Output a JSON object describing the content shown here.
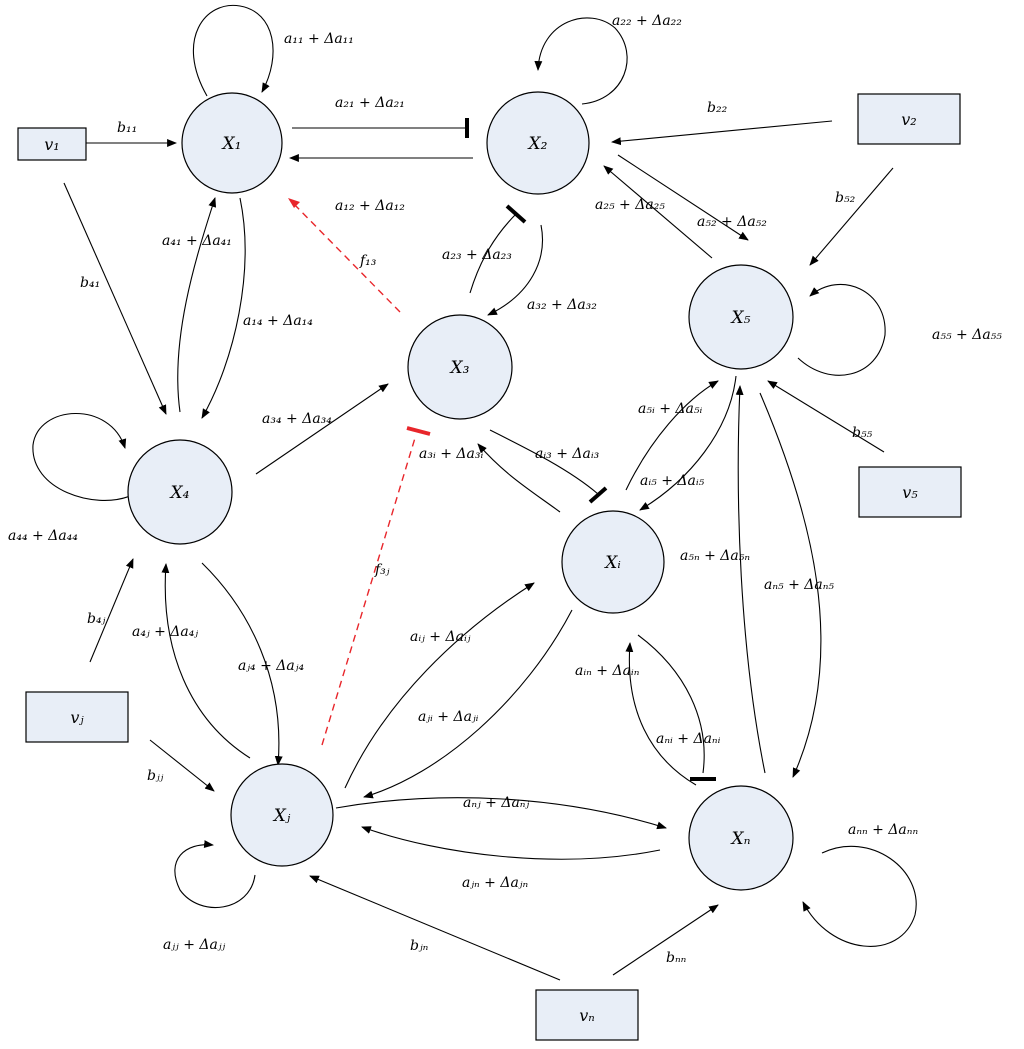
{
  "nodes": {
    "x1": "X₁",
    "x2": "X₂",
    "x3": "X₃",
    "x4": "X₄",
    "x5": "X₅",
    "xi": "Xᵢ",
    "xj": "Xⱼ",
    "xn": "Xₙ"
  },
  "inputs": {
    "v1": "v₁",
    "v2": "v₂",
    "v5": "v₅",
    "vj": "vⱼ",
    "vn": "vₙ"
  },
  "labels": {
    "a11": "a₁₁ + Δa₁₁",
    "a22": "a₂₂ + Δa₂₂",
    "a21": "a₂₁ + Δa₂₁",
    "a12": "a₁₂ + Δa₁₂",
    "b11": "b₁₁",
    "b22": "b₂₂",
    "b52": "b₅₂",
    "b41": "b₄₁",
    "b55": "b₅₅",
    "b4j": "b₄ⱼ",
    "bjj": "bⱼⱼ",
    "bjn": "bⱼₙ",
    "bnn": "bₙₙ",
    "a41": "a₄₁ + Δa₄₁",
    "a14": "a₁₄ + Δa₁₄",
    "f13": "f₁₃",
    "a23": "a₂₃ + Δa₂₃",
    "a32": "a₃₂ + Δa₃₂",
    "a25": "a₂₅ + Δa₂₅",
    "a52": "a₅₂ + Δa₅₂",
    "a55": "a₅₅ + Δa₅₅",
    "a34": "a₃₄ + Δa₃₄",
    "a44": "a₄₄ + Δa₄₄",
    "a3i": "a₃ᵢ + Δa₃ᵢ",
    "ai3": "aᵢ₃ + Δaᵢ₃",
    "a5i": "a₅ᵢ + Δa₅ᵢ",
    "ai5": "aᵢ₅ + Δaᵢ₅",
    "f3j": "f₃ⱼ",
    "a4j": "a₄ⱼ + Δa₄ⱼ",
    "aj4": "aⱼ₄ + Δaⱼ₄",
    "a5n": "a₅ₙ + Δa₅ₙ",
    "an5": "aₙ₅ + Δaₙ₅",
    "aij": "aᵢⱼ + Δaᵢⱼ",
    "aji": "aⱼᵢ + Δaⱼᵢ",
    "ain": "aᵢₙ + Δaᵢₙ",
    "ani": "aₙᵢ + Δaₙᵢ",
    "anj": "aₙⱼ + Δaₙⱼ",
    "ajn": "aⱼₙ + Δaⱼₙ",
    "ann": "aₙₙ + Δaₙₙ",
    "ajj": "aⱼⱼ + Δaⱼⱼ"
  }
}
